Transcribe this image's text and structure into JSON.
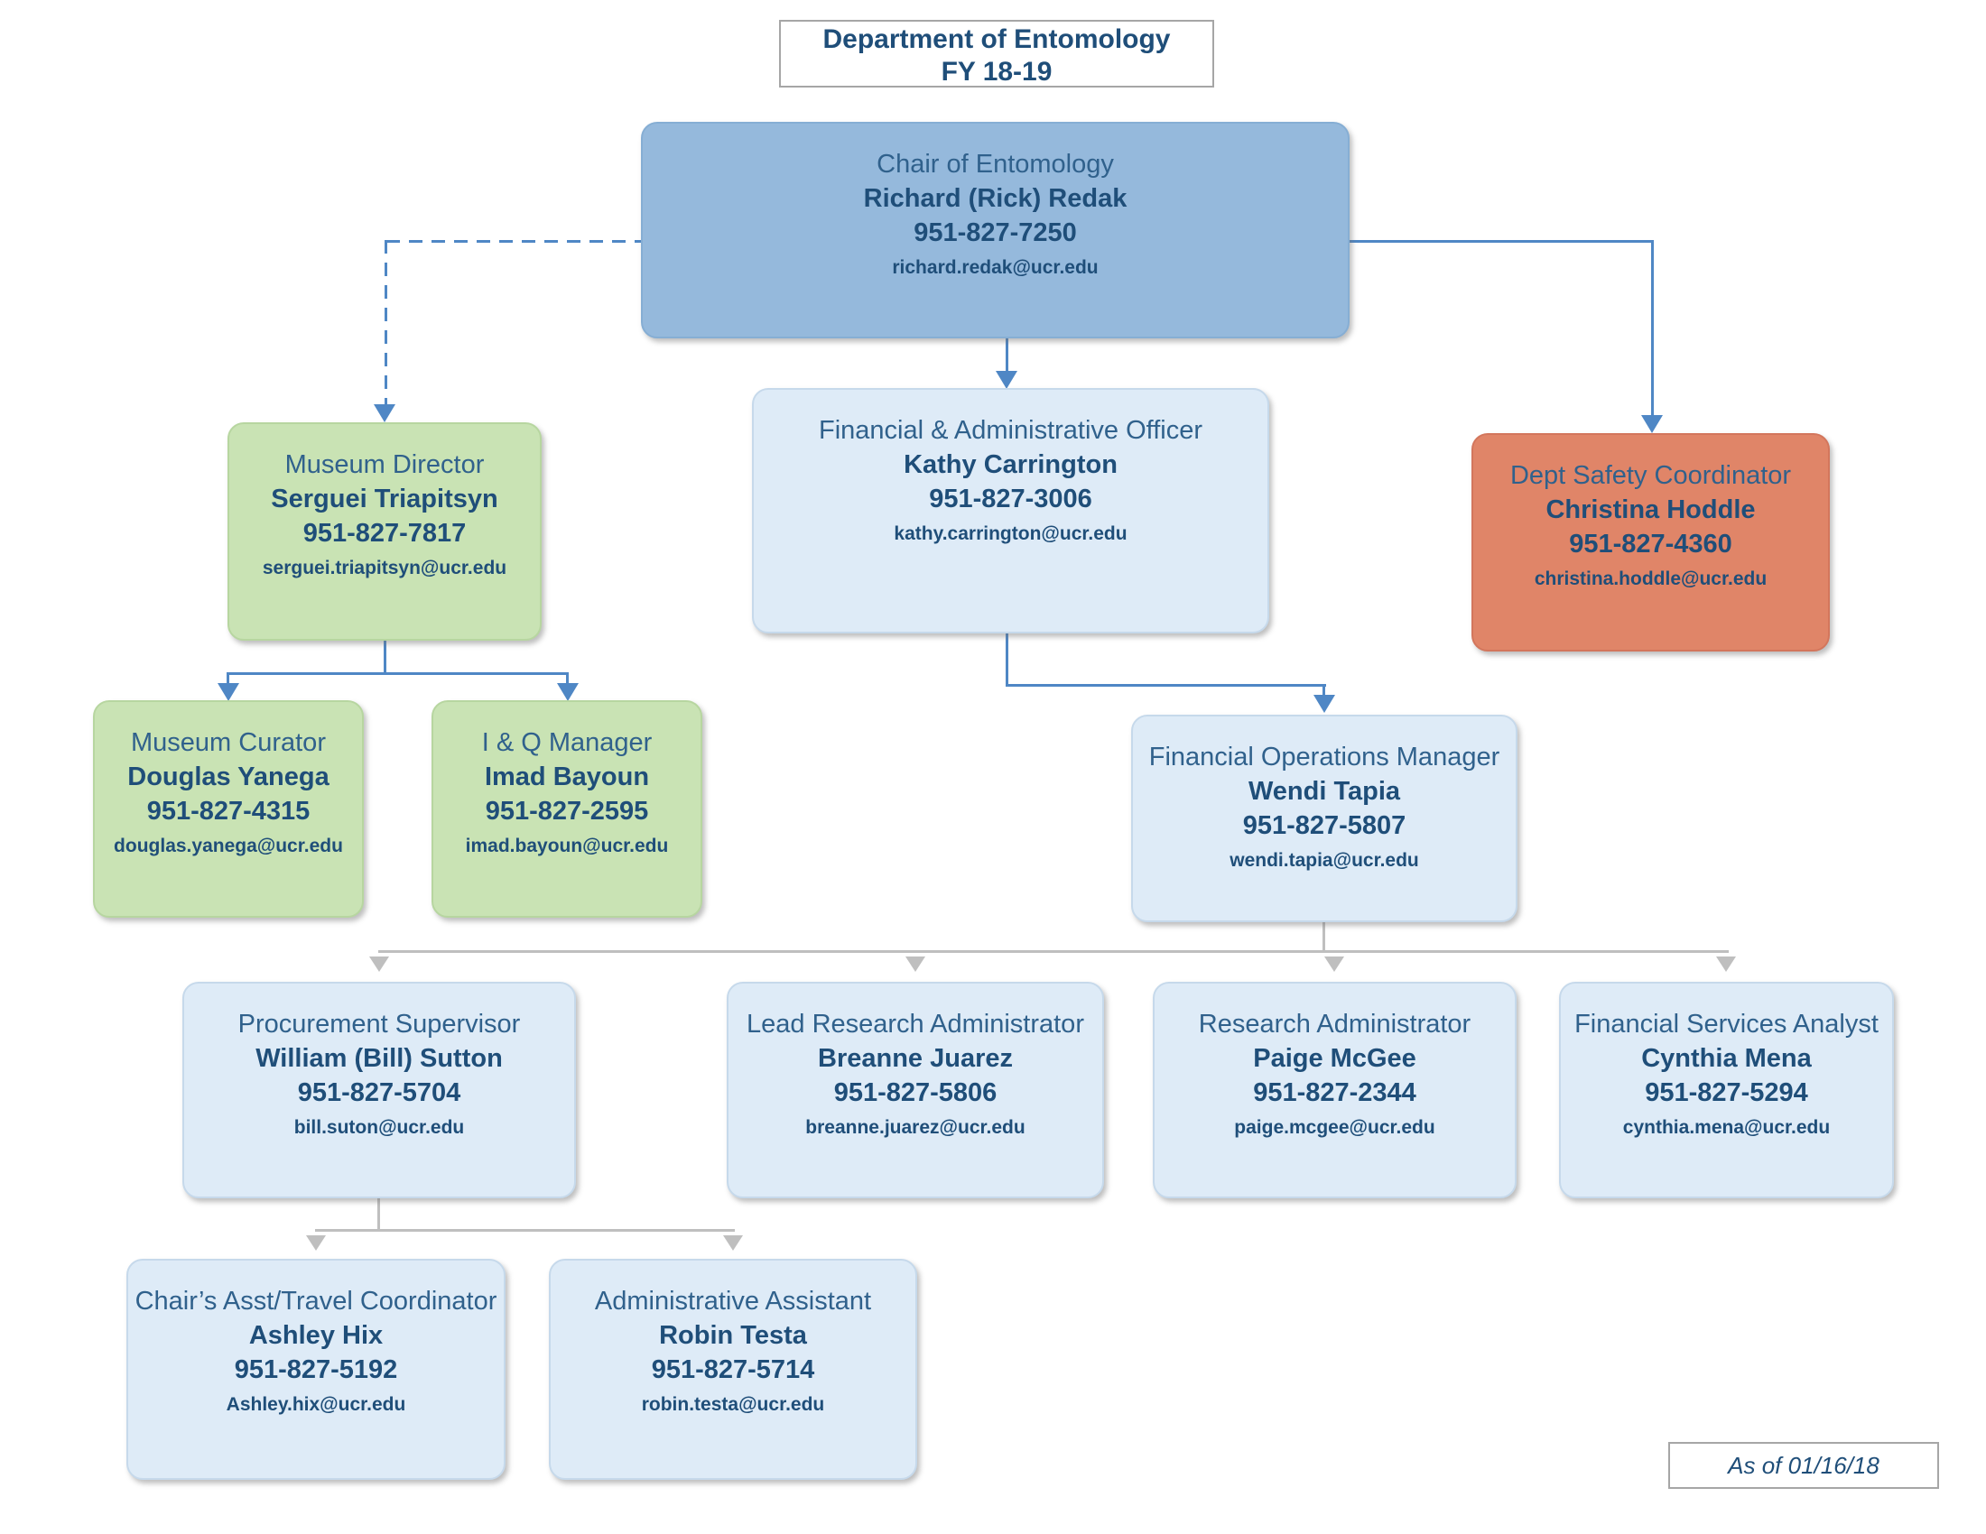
{
  "title": {
    "line1": "Department of Entomology",
    "line2": "FY 18-19"
  },
  "as_of": "As of 01/16/18",
  "nodes": {
    "chair": {
      "role": "Chair of Entomology",
      "name": "Richard (Rick) Redak",
      "phone": "951-827-7250",
      "email": "richard.redak@ucr.edu"
    },
    "museum_director": {
      "role": "Museum Director",
      "name": "Serguei Triapitsyn",
      "phone": "951-827-7817",
      "email": "serguei.triapitsyn@ucr.edu"
    },
    "fao": {
      "role": "Financial & Administrative Officer",
      "name": "Kathy Carrington",
      "phone": "951-827-3006",
      "email": "kathy.carrington@ucr.edu"
    },
    "safety": {
      "role": "Dept Safety Coordinator",
      "name": "Christina Hoddle",
      "phone": "951-827-4360",
      "email": "christina.hoddle@ucr.edu"
    },
    "curator": {
      "role": "Museum Curator",
      "name": "Douglas Yanega",
      "phone": "951-827-4315",
      "email": "douglas.yanega@ucr.edu"
    },
    "iq": {
      "role": "I & Q Manager",
      "name": "Imad Bayoun",
      "phone": "951-827-2595",
      "email": "imad.bayoun@ucr.edu"
    },
    "fom": {
      "role": "Financial Operations Manager",
      "name": "Wendi Tapia",
      "phone": "951-827-5807",
      "email": "wendi.tapia@ucr.edu"
    },
    "procurement": {
      "role": "Procurement Supervisor",
      "name": "William (Bill) Sutton",
      "phone": "951-827-5704",
      "email": "bill.suton@ucr.edu"
    },
    "lead_ra": {
      "role": "Lead Research Administrator",
      "name": "Breanne Juarez",
      "phone": "951-827-5806",
      "email": "breanne.juarez@ucr.edu"
    },
    "ra": {
      "role": "Research Administrator",
      "name": "Paige McGee",
      "phone": "951-827-2344",
      "email": "paige.mcgee@ucr.edu"
    },
    "fsa": {
      "role": "Financial Services Analyst",
      "name": "Cynthia Mena",
      "phone": "951-827-5294",
      "email": "cynthia.mena@ucr.edu"
    },
    "chairs_asst": {
      "role": "Chair’s Asst/Travel Coordinator",
      "name": "Ashley Hix",
      "phone": "951-827-5192",
      "email": "Ashley.hix@ucr.edu"
    },
    "admin_asst": {
      "role": "Administrative Assistant",
      "name": "Robin Testa",
      "phone": "951-827-5714",
      "email": "robin.testa@ucr.edu"
    }
  },
  "colors": {
    "text_navy": "#1F4E79",
    "role_blue": "#30618C",
    "node_blue": "#95B9DC",
    "node_light_blue": "#DEEBF7",
    "node_green": "#C9E3B4",
    "node_orange": "#E08568",
    "connector_blue": "#4F87C5",
    "connector_gray": "#BFBFBF",
    "plate_border_gray": "#A6A6A6"
  }
}
